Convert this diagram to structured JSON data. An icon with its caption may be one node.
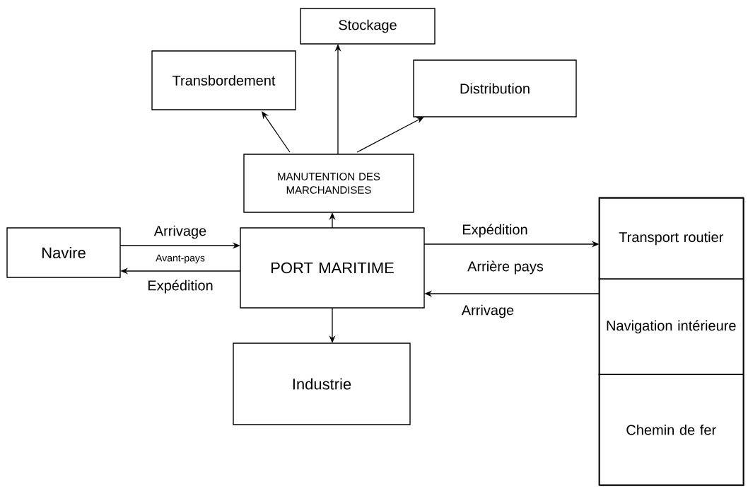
{
  "diagram": {
    "nodes": [
      {
        "text": [
          "Stockage"
        ]
      },
      {
        "text": [
          "Transbordement"
        ]
      },
      {
        "text": [
          "Distribution"
        ]
      },
      {
        "text": [
          "MANUTENTION DES MARCHANDISES"
        ]
      },
      {
        "text": [
          "Navire"
        ]
      },
      {
        "text": [
          "PORT MARITIME"
        ]
      },
      {
        "text": [
          "Industrie"
        ]
      },
      {
        "text": [],
        "shape": "box"
      },
      {
        "text": [
          "Transport routier"
        ],
        "in": 7
      },
      {
        "text": [
          "Navigation intérieure"
        ],
        "in": 7
      },
      {
        "text": [
          "Chemin de fer"
        ],
        "in": 7
      }
    ],
    "edges": [
      {
        "from": 3,
        "to": 0,
        "arrow": "to"
      },
      {
        "from": 3,
        "to": 1,
        "arrow": "to"
      },
      {
        "from": 3,
        "to": 2,
        "arrow": "to"
      },
      {
        "from": 5,
        "to": 3,
        "arrow": "to"
      },
      {
        "from": 5,
        "to": 6,
        "arrow": "to"
      },
      {
        "from": 4,
        "to": 5,
        "arrow": "to",
        "label": "Arrivage"
      },
      {
        "from": 5,
        "to": 4,
        "arrow": "to",
        "label": "Expédition"
      },
      {
        "from": 5,
        "to": 7,
        "arrow": "to",
        "label": "Expédition"
      },
      {
        "from": 7,
        "to": 5,
        "arrow": "to",
        "label": "Arrivage"
      }
    ],
    "labels": [
      "Avant-pays",
      "Arrière pays"
    ]
  }
}
